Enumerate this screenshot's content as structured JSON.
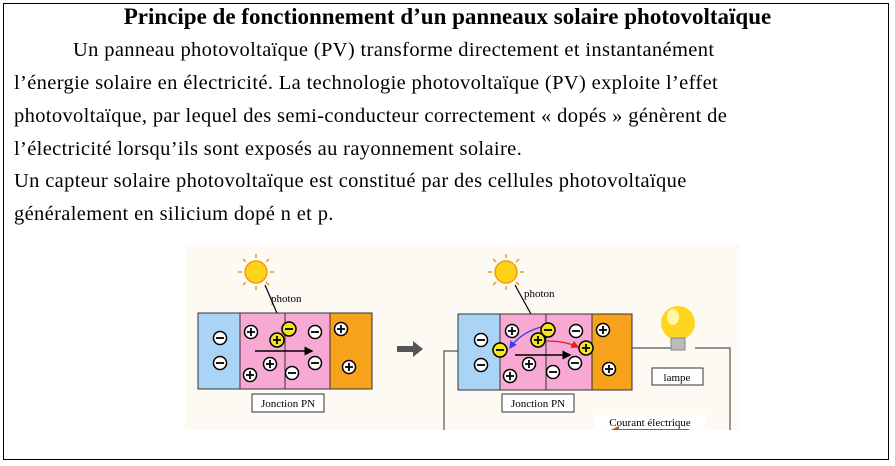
{
  "title": "Principe de fonctionnement d’un panneaux solaire photovoltaïque",
  "lines": [
    "Un panneau photovoltaïque (PV) transforme directement et instantanément",
    "l’énergie solaire en électricité. La technologie photovoltaïque (PV) exploite l’effet",
    "photovoltaïque, par lequel des semi-conducteur correctement « dopés » génèrent de",
    "l’électricité lorsqu’ils sont exposés au rayonnement solaire.",
    "Un capteur solaire photovoltaïque est constitué par des cellules photovoltaïque",
    "généralement en silicium dopé n et p."
  ],
  "diagram": {
    "photon_label": "photon",
    "junction_label": "Jonction PN",
    "lamp_label": "lampe",
    "current_label": "Courant électrique",
    "colors": {
      "n_zone": "#a9d4f5",
      "junction": "#f7a8d3",
      "p_zone": "#f7a21b",
      "carrier": "#f3e51e",
      "current": "#b5541c",
      "background": "#fcfaf3"
    }
  }
}
